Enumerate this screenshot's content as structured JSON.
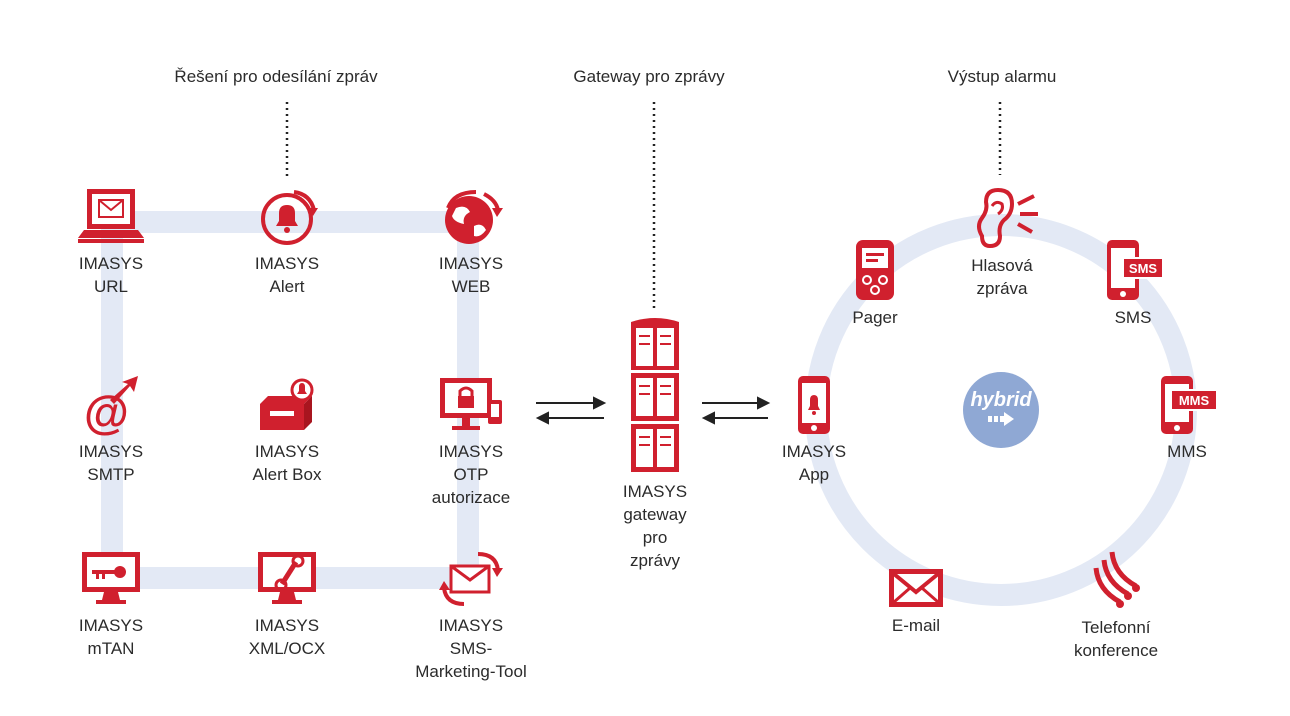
{
  "sections": {
    "sources": "Řešení pro odesílání zpráv",
    "gateway": "Gateway pro zprávy",
    "output": "Výstup alarmu"
  },
  "sources": [
    {
      "icon": "laptop-mail-icon",
      "lines": [
        "IMASYS",
        "URL"
      ]
    },
    {
      "icon": "alert-bell-icon",
      "lines": [
        "IMASYS",
        "Alert"
      ]
    },
    {
      "icon": "globe-web-icon",
      "lines": [
        "IMASYS",
        "WEB"
      ]
    },
    {
      "icon": "at-sign-icon",
      "lines": [
        "IMASYS",
        "SMTP"
      ]
    },
    {
      "icon": "alert-box-icon",
      "lines": [
        "IMASYS",
        "Alert Box"
      ]
    },
    {
      "icon": "otp-monitor-icon",
      "lines": [
        "IMASYS",
        "OTP",
        "autorizace"
      ]
    },
    {
      "icon": "key-monitor-icon",
      "lines": [
        "IMASYS",
        "mTAN"
      ]
    },
    {
      "icon": "plug-monitor-icon",
      "lines": [
        "IMASYS",
        "XML/OCX"
      ]
    },
    {
      "icon": "envelope-cycle-icon",
      "lines": [
        "IMASYS",
        "SMS-",
        "Marketing-Tool"
      ]
    }
  ],
  "gateway": {
    "icon": "server-icon",
    "lines": [
      "IMASYS",
      "gateway",
      "pro",
      "zprávy"
    ]
  },
  "outputs": [
    {
      "icon": "ear-icon",
      "lines": [
        "Hlasová",
        "zpráva"
      ]
    },
    {
      "icon": "pager-icon",
      "lines": [
        "Pager"
      ]
    },
    {
      "icon": "sms-phone-icon",
      "lines": [
        "SMS"
      ],
      "badge": "SMS"
    },
    {
      "icon": "app-phone-icon",
      "lines": [
        "IMASYS",
        "App"
      ]
    },
    {
      "icon": "mms-phone-icon",
      "lines": [
        "MMS"
      ],
      "badge": "MMS"
    },
    {
      "icon": "envelope-icon",
      "lines": [
        "E-mail"
      ]
    },
    {
      "icon": "conference-phone-icon",
      "lines": [
        "Telefonní",
        "konference"
      ]
    }
  ],
  "hybrid": {
    "label": "hybrid"
  },
  "colors": {
    "accent": "#d0202e",
    "track": "#e3e9f5",
    "hub": "#8fa8d4",
    "text": "#2b2b2b"
  }
}
